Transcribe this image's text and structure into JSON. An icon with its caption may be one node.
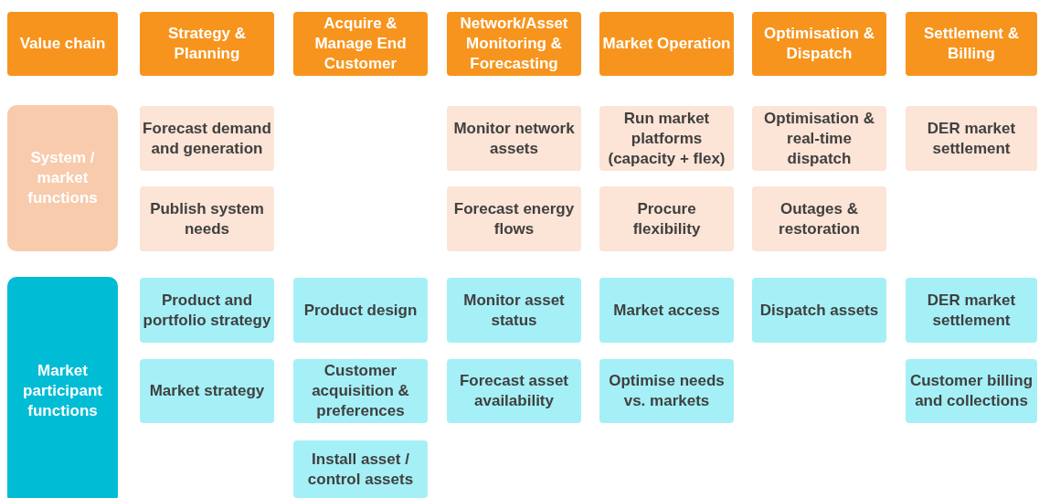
{
  "diagram": {
    "nodes": [
      {
        "text": [
          "Value chain"
        ]
      },
      {
        "text": [
          "Strategy & Planning"
        ]
      },
      {
        "text": [
          "Acquire & Manage End Customer"
        ]
      },
      {
        "text": [
          "Network/Asset Monitoring & Forecasting"
        ]
      },
      {
        "text": [
          "Market Operation"
        ]
      },
      {
        "text": [
          "Optimisation & Dispatch"
        ]
      },
      {
        "text": [
          "Settlement & Billing"
        ]
      },
      {
        "text": [
          "System / market functions"
        ]
      },
      {
        "text": [
          "Forecast demand and generation"
        ]
      },
      {
        "text": [
          "Monitor network assets"
        ]
      },
      {
        "text": [
          "Run market platforms (capacity + flex)"
        ]
      },
      {
        "text": [
          "Optimisation & real-time dispatch"
        ]
      },
      {
        "text": [
          "DER market settlement"
        ]
      },
      {
        "text": [
          "Publish system needs"
        ]
      },
      {
        "text": [
          "Forecast energy flows"
        ]
      },
      {
        "text": [
          "Procure flexibility"
        ]
      },
      {
        "text": [
          "Outages & restoration"
        ]
      },
      {
        "text": [
          "Market participant functions"
        ]
      },
      {
        "text": [
          "Product and portfolio strategy"
        ]
      },
      {
        "text": [
          "Product design"
        ]
      },
      {
        "text": [
          "Monitor asset status"
        ]
      },
      {
        "text": [
          "Market access"
        ]
      },
      {
        "text": [
          "Dispatch assets"
        ]
      },
      {
        "text": [
          "DER market settlement"
        ]
      },
      {
        "text": [
          "Market strategy"
        ]
      },
      {
        "text": [
          "Customer acquisition & preferences"
        ]
      },
      {
        "text": [
          "Forecast asset availability"
        ]
      },
      {
        "text": [
          "Optimise needs vs. markets"
        ]
      },
      {
        "text": [
          "Customer billing and collections"
        ]
      },
      {
        "text": [
          "Install asset / control assets"
        ]
      }
    ]
  }
}
